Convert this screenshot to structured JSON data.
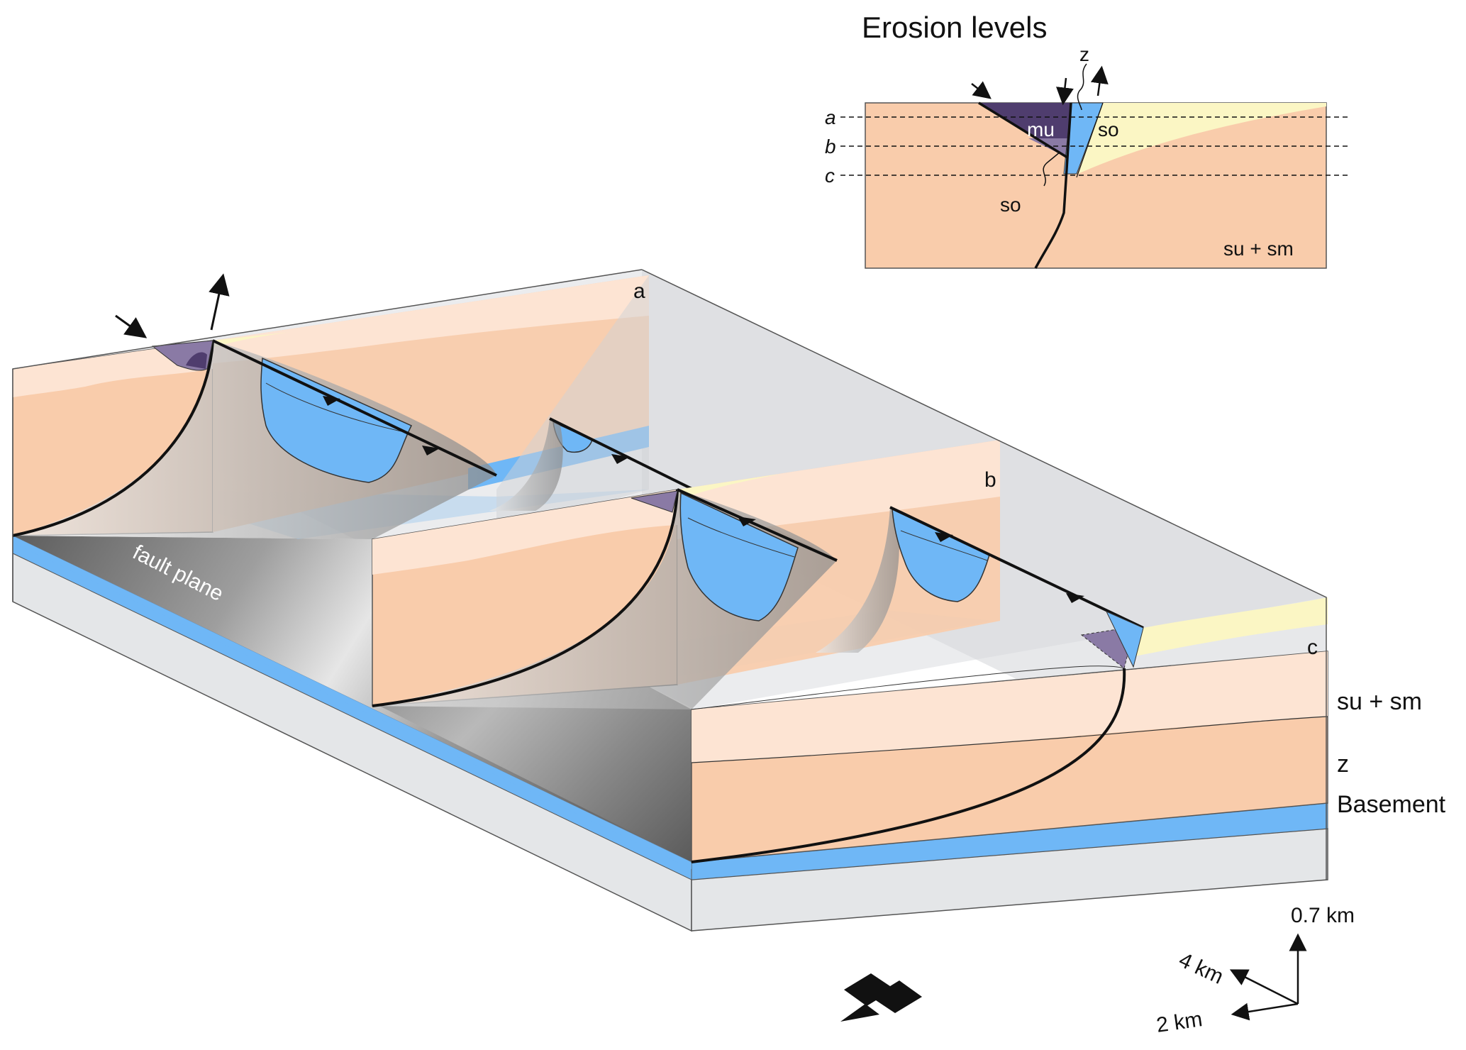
{
  "inset": {
    "title": "Erosion levels",
    "levels": [
      "a",
      "b",
      "c"
    ],
    "units": {
      "mu": "mu",
      "so_right": "so",
      "so_below": "so",
      "z": "z",
      "su_sm": "su + sm"
    }
  },
  "block": {
    "fault_plane": "fault plane",
    "section_labels": {
      "a": "a",
      "b": "b",
      "c": "c"
    },
    "layers": {
      "su_sm": "su + sm",
      "z": "z",
      "basement": "Basement"
    }
  },
  "scale": {
    "vertical": "0.7 km",
    "oblique": "4 km",
    "horizontal": "2 km"
  },
  "north_label": "N",
  "colors": {
    "su_sm": "#f9ccab",
    "su_light": "#fde4d3",
    "so": "#fbf6c4",
    "z": "#6fb7f6",
    "mu": "#8a7aa5",
    "mu_dark": "#4f3d6e",
    "basement": "#e4e6e8",
    "fault_plane": "#a9a9a9",
    "glass": "#d4d6da"
  }
}
